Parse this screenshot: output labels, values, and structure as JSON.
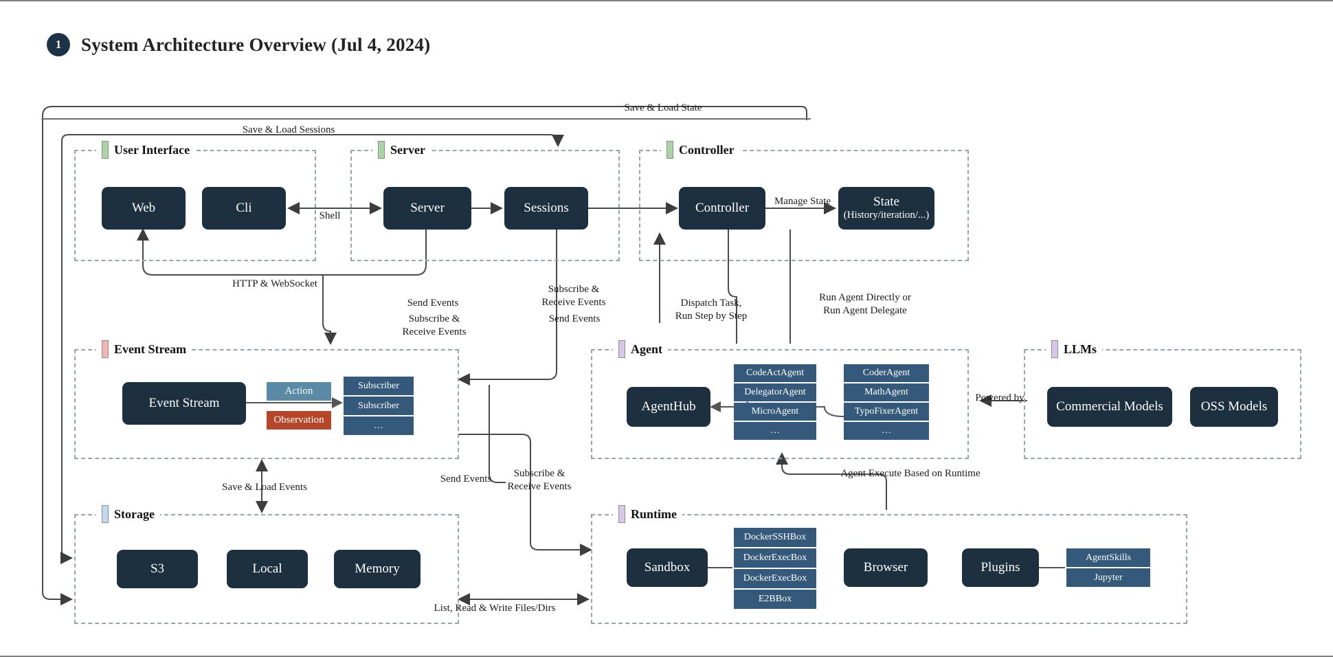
{
  "header": {
    "badge": "1",
    "title": "System Architecture Overview (Jul 4, 2024)"
  },
  "groups": {
    "user_interface": {
      "label": "User Interface",
      "bar_color": "#a8d5a2"
    },
    "server": {
      "label": "Server",
      "bar_color": "#a8d5a2"
    },
    "controller": {
      "label": "Controller",
      "bar_color": "#a8d5a2"
    },
    "event_stream": {
      "label": "Event Stream",
      "bar_color": "#f2b3b3"
    },
    "agent": {
      "label": "Agent",
      "bar_color": "#d9c6e8"
    },
    "llms": {
      "label": "LLMs",
      "bar_color": "#d9c6e8"
    },
    "storage": {
      "label": "Storage",
      "bar_color": "#c3d9f0"
    },
    "runtime": {
      "label": "Runtime",
      "bar_color": "#d9c6e8"
    }
  },
  "nodes": {
    "web": "Web",
    "cli": "Cli",
    "server": "Server",
    "sessions": "Sessions",
    "controller": "Controller",
    "state_line1": "State",
    "state_line2": "(History/iteration/...)",
    "event_stream": "Event Stream",
    "agent_hub": "AgentHub",
    "commercial_models": "Commercial Models",
    "oss_models": "OSS Models",
    "s3": "S3",
    "local": "Local",
    "memory": "Memory",
    "sandbox": "Sandbox",
    "browser": "Browser",
    "plugins": "Plugins"
  },
  "event_types": {
    "action": {
      "label": "Action",
      "color": "#5a8aa6"
    },
    "observation": {
      "label": "Observation",
      "color": "#b5462a"
    }
  },
  "subscribers": [
    "Subscriber",
    "Subscriber",
    "…"
  ],
  "agent_stack_left": [
    "CodeActAgent",
    "DelegatorAgent",
    "MicroAgent",
    "…"
  ],
  "agent_stack_right": [
    "CoderAgent",
    "MathAgent",
    "TypoFixerAgent",
    "…"
  ],
  "sandbox_stack": [
    "DockerSSHBox",
    "DockerExecBox",
    "DockerExecBox",
    "E2BBox"
  ],
  "plugin_stack": [
    "AgentSkills",
    "Jupyter"
  ],
  "edges": {
    "save_load_state": "Save & Load State",
    "save_load_sessions": "Save & Load Sessions",
    "shell": "Shell",
    "manage_state": "Manage State",
    "http_websocket": "HTTP & WebSocket",
    "send_events_1": "Send Events",
    "subscribe_receive_1": "Subscribe &\nReceive Events",
    "subscribe_receive_2": "Subscribe &\nReceive Events",
    "send_events_2": "Send Events",
    "dispatch_task": "Dispatch Task,\nRun Step by Step",
    "run_agent": "Run Agent Directly or\nRun Agent Delegate",
    "powered_by": "Powered by",
    "save_load_events": "Save & Load Events",
    "send_events_3": "Send Events",
    "subscribe_receive_3": "Subscribe &\nReceive Events",
    "agent_execute": "Agent Execute Based on Runtime",
    "list_read_write": "List, Read & Write Files/Dirs"
  },
  "colors": {
    "node_fill": "#1d3040",
    "stack_fill": "#34597a",
    "frame": "#9aa3ad",
    "arrow": "#4a4a4a"
  }
}
